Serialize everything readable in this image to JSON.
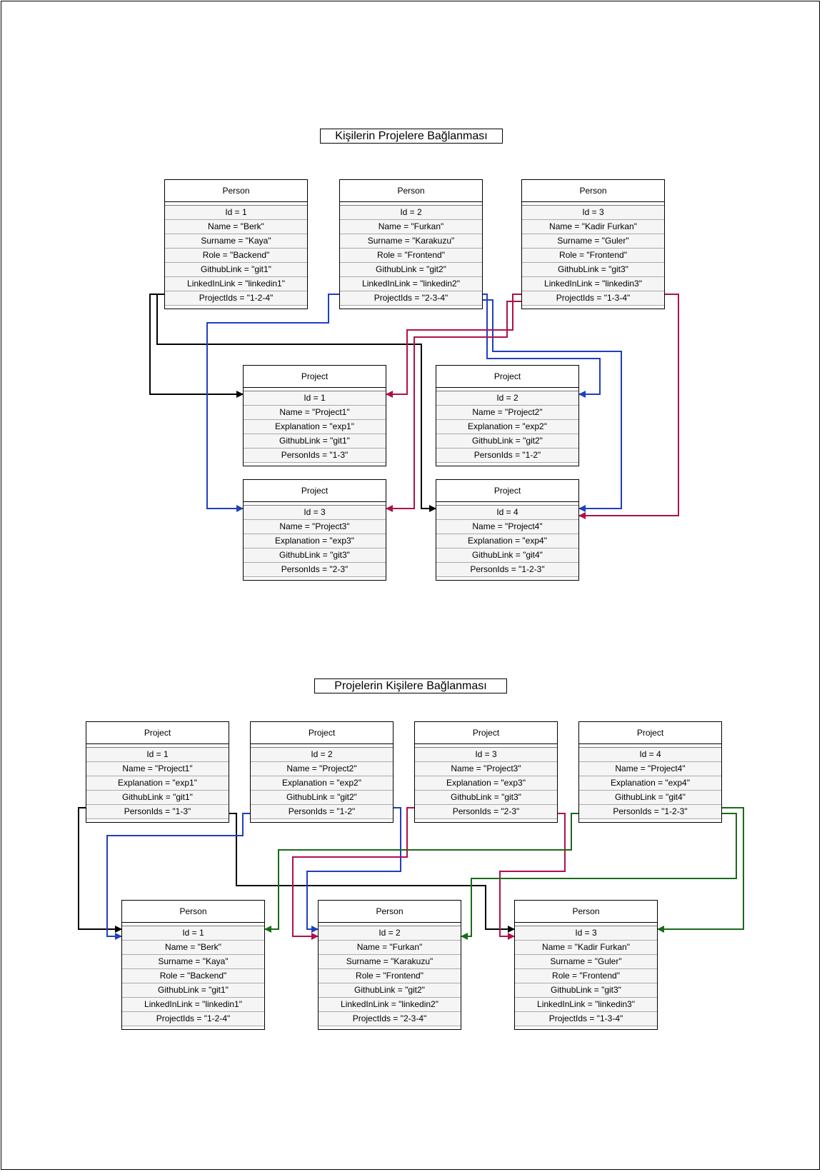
{
  "titles": {
    "top": "Kişilerin Projelere Bağlanması",
    "bottom": "Projelerin Kişilere Bağlanması"
  },
  "colors": {
    "black": "#000000",
    "blue": "#1f3fbf",
    "crimson": "#b0104a",
    "green": "#1a6b1a"
  },
  "top": {
    "persons": [
      {
        "header": "Person",
        "rows": [
          "Id = 1",
          "Name = \"Berk\"",
          "Surname = \"Kaya\"",
          "Role = \"Backend\"",
          "GithubLink = \"git1\"",
          "LinkedInLink = \"linkedin1\"",
          "ProjectIds = \"1-2-4\""
        ]
      },
      {
        "header": "Person",
        "rows": [
          "Id = 2",
          "Name = \"Furkan\"",
          "Surname = \"Karakuzu\"",
          "Role = \"Frontend\"",
          "GithubLink = \"git2\"",
          "LinkedInLink = \"linkedin2\"",
          "ProjectIds = \"2-3-4\""
        ]
      },
      {
        "header": "Person",
        "rows": [
          "Id = 3",
          "Name = \"Kadir Furkan\"",
          "Surname = \"Guler\"",
          "Role = \"Frontend\"",
          "GithubLink = \"git3\"",
          "LinkedInLink = \"linkedin3\"",
          "ProjectIds = \"1-3-4\""
        ]
      }
    ],
    "projects": [
      {
        "header": "Project",
        "rows": [
          "Id = 1",
          "Name = \"Project1\"",
          "Explanation = \"exp1\"",
          "GithubLink = \"git1\"",
          "PersonIds = \"1-3\""
        ]
      },
      {
        "header": "Project",
        "rows": [
          "Id = 2",
          "Name = \"Project2\"",
          "Explanation = \"exp2\"",
          "GithubLink = \"git2\"",
          "PersonIds = \"1-2\""
        ]
      },
      {
        "header": "Project",
        "rows": [
          "Id = 3",
          "Name = \"Project3\"",
          "Explanation = \"exp3\"",
          "GithubLink = \"git3\"",
          "PersonIds = \"2-3\""
        ]
      },
      {
        "header": "Project",
        "rows": [
          "Id = 4",
          "Name = \"Project4\"",
          "Explanation = \"exp4\"",
          "GithubLink = \"git4\"",
          "PersonIds = \"1-2-3\""
        ]
      }
    ]
  },
  "bottom": {
    "projects": [
      {
        "header": "Project",
        "rows": [
          "Id = 1",
          "Name = \"Project1\"",
          "Explanation = \"exp1\"",
          "GithubLink = \"git1\"",
          "PersonIds = \"1-3\""
        ]
      },
      {
        "header": "Project",
        "rows": [
          "Id = 2",
          "Name = \"Project2\"",
          "Explanation = \"exp2\"",
          "GithubLink = \"git2\"",
          "PersonIds = \"1-2\""
        ]
      },
      {
        "header": "Project",
        "rows": [
          "Id = 3",
          "Name = \"Project3\"",
          "Explanation = \"exp3\"",
          "GithubLink = \"git3\"",
          "PersonIds = \"2-3\""
        ]
      },
      {
        "header": "Project",
        "rows": [
          "Id = 4",
          "Name = \"Project4\"",
          "Explanation = \"exp4\"",
          "GithubLink = \"git4\"",
          "PersonIds = \"1-2-3\""
        ]
      }
    ],
    "persons": [
      {
        "header": "Person",
        "rows": [
          "Id = 1",
          "Name = \"Berk\"",
          "Surname = \"Kaya\"",
          "Role = \"Backend\"",
          "GithubLink = \"git1\"",
          "LinkedInLink = \"linkedin1\"",
          "ProjectIds = \"1-2-4\""
        ]
      },
      {
        "header": "Person",
        "rows": [
          "Id = 2",
          "Name = \"Furkan\"",
          "Surname = \"Karakuzu\"",
          "Role = \"Frontend\"",
          "GithubLink = \"git2\"",
          "LinkedInLink = \"linkedin2\"",
          "ProjectIds = \"2-3-4\""
        ]
      },
      {
        "header": "Person",
        "rows": [
          "Id = 3",
          "Name = \"Kadir Furkan\"",
          "Surname = \"Guler\"",
          "Role = \"Frontend\"",
          "GithubLink = \"git3\"",
          "LinkedInLink = \"linkedin3\"",
          "ProjectIds = \"1-3-4\""
        ]
      }
    ]
  }
}
